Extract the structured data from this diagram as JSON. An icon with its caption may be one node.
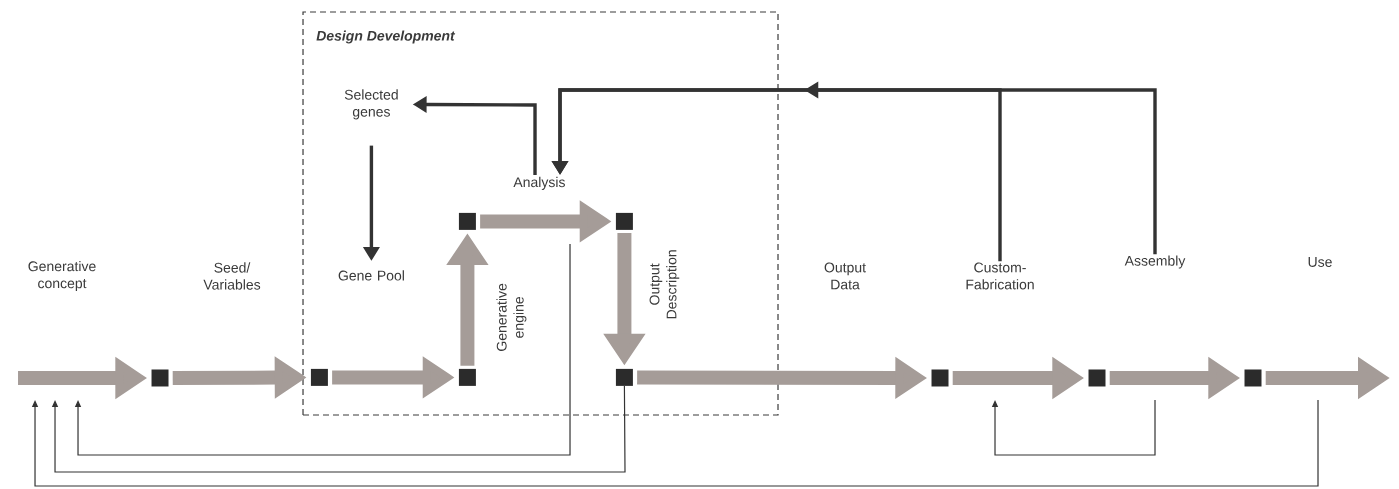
{
  "diagram": {
    "nodes": [
      {
        "text": [
          "Design Development"
        ]
      },
      {
        "text": [
          "Selected genes"
        ],
        "in": 0
      },
      {
        "text": [
          "Generative concept"
        ]
      },
      {
        "text": [
          "Seed/ Variables"
        ]
      },
      {
        "text": [
          "Gene Pool"
        ],
        "in": 0
      },
      {
        "text": [
          "Generative engine"
        ],
        "in": 0
      },
      {
        "text": [
          "Analysis"
        ],
        "in": 0
      },
      {
        "text": [
          "Output Description"
        ],
        "in": 0
      },
      {
        "text": [
          "Output Data"
        ]
      },
      {
        "text": [
          "Custom-Fabrication"
        ]
      },
      {
        "text": [
          "Assembly"
        ]
      },
      {
        "text": [
          "Use"
        ]
      },
      {
        "text": [],
        "shape": "box"
      },
      {
        "text": [],
        "shape": "box",
        "in": 0
      },
      {
        "text": [],
        "shape": "box",
        "in": 0
      },
      {
        "text": [],
        "shape": "box",
        "in": 0
      },
      {
        "text": [],
        "shape": "box",
        "in": 0
      },
      {
        "text": [],
        "shape": "box",
        "in": 0
      },
      {
        "text": [],
        "shape": "box"
      },
      {
        "text": [],
        "shape": "box"
      },
      {
        "text": [],
        "shape": "box"
      }
    ],
    "edges": [
      {
        "from": 6,
        "to": 1,
        "arrow": "to",
        "color": "#333333"
      },
      {
        "from": 1,
        "to": 4,
        "arrow": "to",
        "color": "#333333"
      },
      {
        "from": 9,
        "to": 6,
        "arrow": "to",
        "color": "#333333"
      },
      {
        "from": 10,
        "to": 6,
        "arrow": "to",
        "color": "#333333"
      },
      {
        "from": null,
        "to": 2,
        "arrow": "to",
        "color": "#333333"
      },
      {
        "from": 17,
        "to": 2,
        "arrow": "to",
        "color": "#333333"
      },
      {
        "from": null,
        "to": 2,
        "arrow": "to",
        "color": "#333333"
      },
      {
        "from": null,
        "to": 18,
        "arrow": "to",
        "color": "#333333"
      },
      {
        "from": null,
        "to": 12,
        "arrow": "to"
      },
      {
        "from": 12,
        "to": 13,
        "arrow": "to"
      },
      {
        "from": 13,
        "to": 14,
        "arrow": "to"
      },
      {
        "from": 14,
        "to": 15,
        "arrow": "to"
      },
      {
        "from": 15,
        "to": 16,
        "arrow": "to"
      },
      {
        "from": 16,
        "to": 17,
        "arrow": "to"
      },
      {
        "from": 17,
        "to": 18,
        "arrow": "to"
      },
      {
        "from": 18,
        "to": 19,
        "arrow": "to"
      },
      {
        "from": 19,
        "to": 20,
        "arrow": "to"
      },
      {
        "from": 20,
        "to": null,
        "arrow": "to"
      }
    ]
  }
}
